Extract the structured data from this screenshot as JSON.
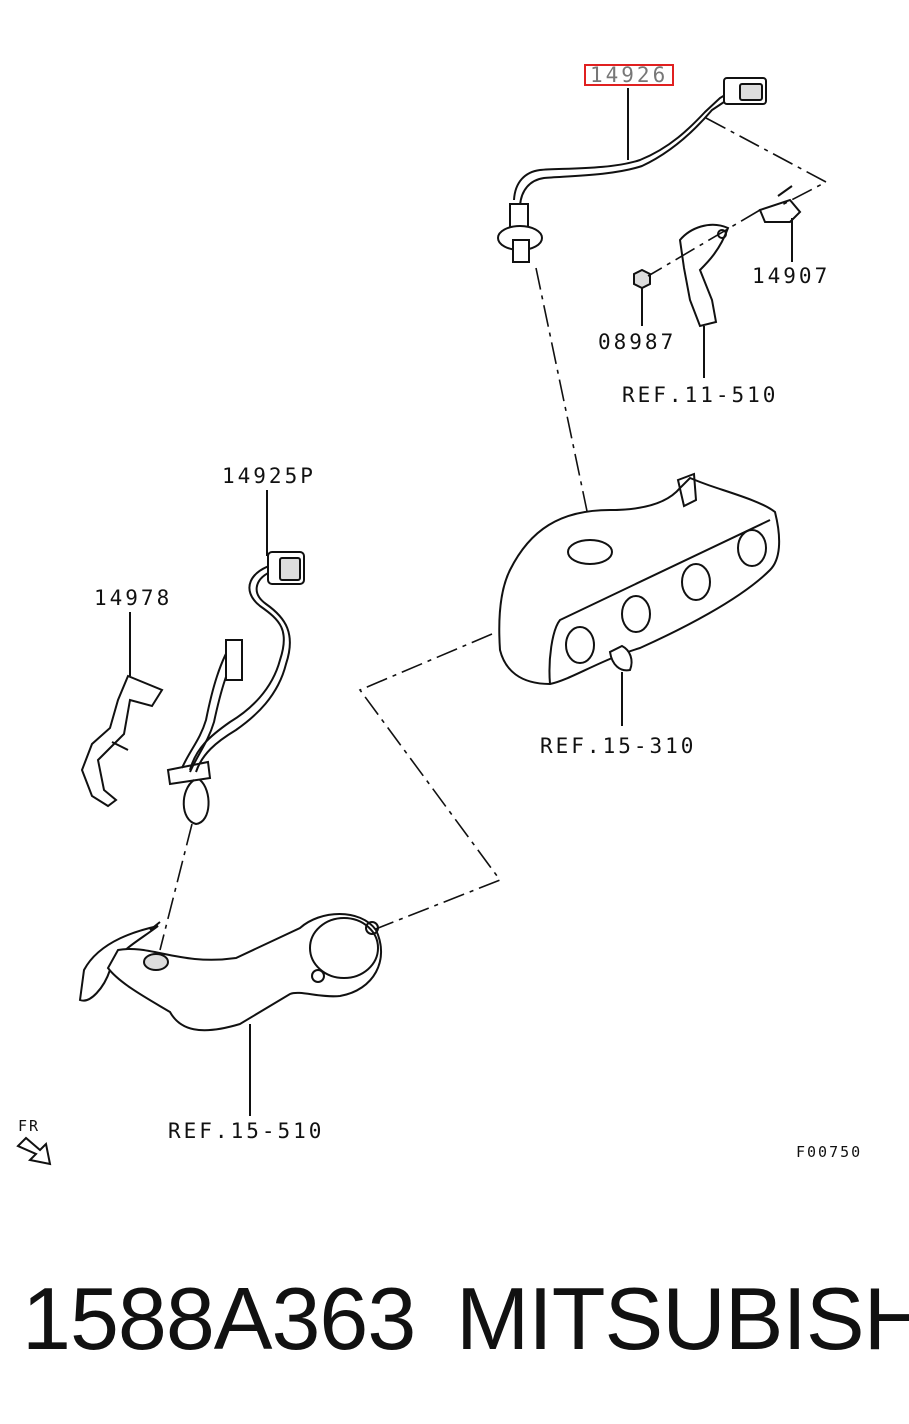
{
  "diagram": {
    "labels": {
      "part_14926": "14926",
      "part_14907": "14907",
      "part_08987": "08987",
      "ref_11_510": "REF.11-510",
      "part_14925p": "14925P",
      "part_14978": "14978",
      "ref_15_310": "REF.15-310",
      "ref_15_510": "REF.15-510",
      "fr": "FR",
      "figure_code": "F00750"
    },
    "highlight_color": "#e02020"
  },
  "caption": {
    "part_number": "1588A363",
    "brand": "MITSUBISHI"
  }
}
